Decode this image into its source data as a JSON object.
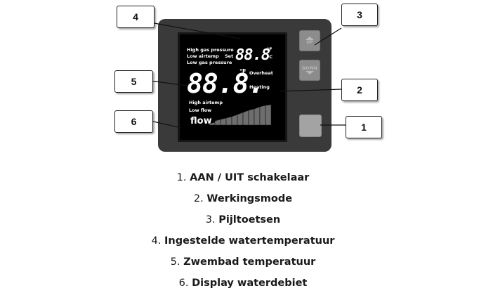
{
  "display": {
    "top_labels": [
      "High gas pressure",
      "Low airtemp",
      "Low gas pressure"
    ],
    "set_label": "Set",
    "top_digits": "88.8",
    "unit_f": "°F",
    "unit_c": "°C",
    "main_digits": "88.8.",
    "overheat": "Overheat",
    "heating": "Heating",
    "bottom_labels": [
      "High airtemp",
      "Low flow"
    ],
    "flow": "flow"
  },
  "buttons": {
    "up": "UP",
    "down": "DOWN"
  },
  "callouts": [
    "1",
    "2",
    "3",
    "4",
    "5",
    "6"
  ],
  "legend": [
    {
      "num": "1.",
      "label": "AAN / UIT schakelaar"
    },
    {
      "num": "2.",
      "label": "Werkingsmode"
    },
    {
      "num": "3.",
      "label": "Pijltoetsen"
    },
    {
      "num": "4.",
      "label": "Ingestelde watertemperatuur"
    },
    {
      "num": "5.",
      "label": "Zwembad temperatuur"
    },
    {
      "num": "6.",
      "label": "Display waterdebiet"
    }
  ],
  "colors": {
    "panel": "#3a3a3a",
    "screen": "#000000",
    "lcd_text": "#ffffff",
    "button": "#8c8c8c"
  }
}
